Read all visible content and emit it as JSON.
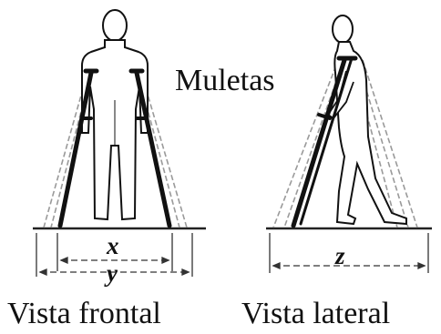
{
  "labels": {
    "crutches": "Muletas",
    "front_view": "Vista frontal",
    "side_view": "Vista lateral"
  },
  "dimensions": {
    "x": "x",
    "y": "y",
    "z": "z"
  },
  "colors": {
    "ink": "#111111",
    "ghost": "#9a9a9a",
    "ground": "#222222"
  }
}
